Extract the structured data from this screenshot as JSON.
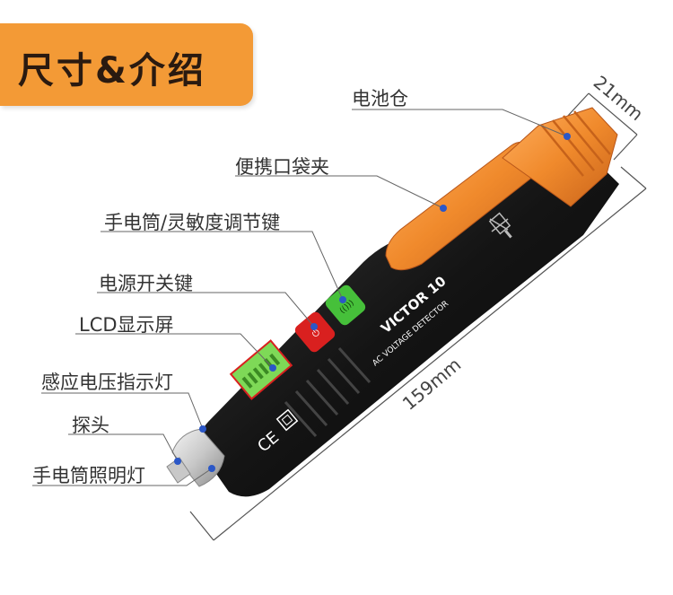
{
  "title": "尺寸&介绍",
  "labels": {
    "battery": "电池仓",
    "pocket_clip": "便携口袋夹",
    "flashlight_button": "手电筒/灵敏度调节键",
    "power_button": "电源开关键",
    "lcd": "LCD显示屏",
    "induction_light": "感应电压指示灯",
    "probe": "探头",
    "flashlight": "手电筒照明灯"
  },
  "dimensions": {
    "diameter": "21mm",
    "length": "159mm"
  },
  "device": {
    "brand": "VICTOR 10",
    "model_text": "AC VOLTAGE DETECTOR",
    "ce_mark": "CE"
  },
  "colors": {
    "orange": "#f08a2c",
    "body": "#1a1a1a",
    "red_button": "#d9201f",
    "green_button": "#46c03a",
    "lcd": "#7ed957"
  }
}
